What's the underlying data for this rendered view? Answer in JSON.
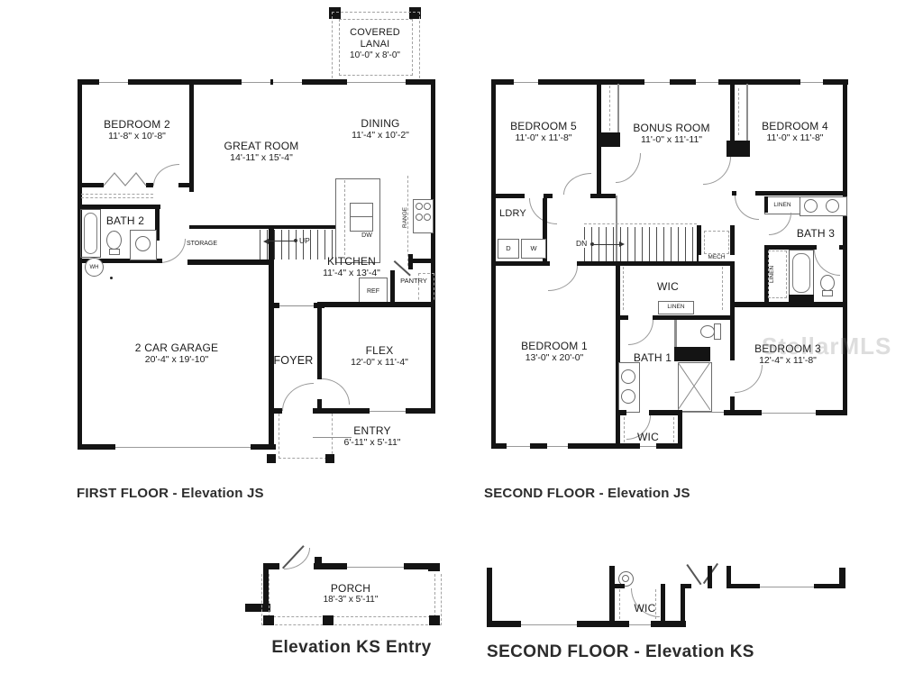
{
  "watermark": "StellarMLS",
  "first_floor": {
    "title": "FIRST FLOOR - Elevation JS",
    "lanai": {
      "name": "COVERED LANAI",
      "dims": "10'-0\" x 8'-0\""
    },
    "bedroom2": {
      "name": "BEDROOM 2",
      "dims": "11'-8\" x 10'-8\""
    },
    "great_room": {
      "name": "GREAT ROOM",
      "dims": "14'-11\" x 15'-4\""
    },
    "dining": {
      "name": "DINING",
      "dims": "11'-4\" x 10'-2\""
    },
    "bath2": {
      "name": "BATH 2"
    },
    "kitchen": {
      "name": "KITCHEN",
      "dims": "11'-4\" x 13'-4\""
    },
    "garage": {
      "name": "2 CAR GARAGE",
      "dims": "20'-4\" x 19'-10\""
    },
    "foyer": {
      "name": "FOYER"
    },
    "flex": {
      "name": "FLEX",
      "dims": "12'-0\" x 11'-4\""
    },
    "entry": {
      "name": "ENTRY",
      "dims": "6'-11\" x 5'-11\""
    },
    "storage": "STORAGE",
    "up": "UP",
    "dw": "DW",
    "range": "RANGE",
    "ref": "REF",
    "pantry": "PANTRY",
    "wh": "WH"
  },
  "second_floor": {
    "title": "SECOND FLOOR - Elevation JS",
    "bedroom5": {
      "name": "BEDROOM 5",
      "dims": "11'-0\" x 11'-8\""
    },
    "bonus": {
      "name": "BONUS ROOM",
      "dims": "11'-0\" x 11'-11\""
    },
    "bedroom4": {
      "name": "BEDROOM 4",
      "dims": "11'-0\" x 11'-8\""
    },
    "bedroom1": {
      "name": "BEDROOM 1",
      "dims": "13'-0\" x 20'-0\""
    },
    "bedroom3": {
      "name": "BEDROOM 3",
      "dims": "12'-4\" x 11'-8\""
    },
    "bath1": {
      "name": "BATH 1"
    },
    "bath3": {
      "name": "BATH 3"
    },
    "ldry": "LDRY",
    "d": "D",
    "w": "W",
    "dn": "DN",
    "mech": "MECH",
    "linen": "LINEN",
    "wic": "WIC"
  },
  "ks_entry": {
    "title": "Elevation KS Entry",
    "porch": {
      "name": "PORCH",
      "dims": "18'-3\" x 5'-11\""
    }
  },
  "ks_second": {
    "title": "SECOND FLOOR - Elevation KS",
    "wic": "WIC"
  }
}
